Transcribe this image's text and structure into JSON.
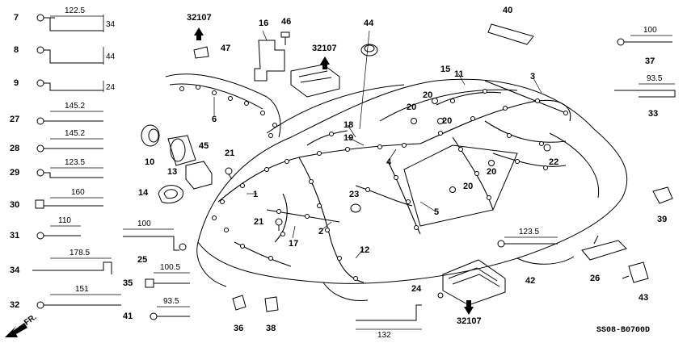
{
  "diagram_code": "SS08-B0700D",
  "front_marker": "FR.",
  "ref_32107": "32107",
  "callouts": {
    "c1": "1",
    "c2": "2",
    "c3": "3",
    "c4": "4",
    "c5": "5",
    "c6": "6",
    "c7": "7",
    "c8": "8",
    "c9": "9",
    "c10": "10",
    "c11": "11",
    "c12": "12",
    "c13": "13",
    "c14": "14",
    "c15": "15",
    "c16": "16",
    "c17": "17",
    "c18": "18",
    "c19": "19",
    "c20a": "20",
    "c20b": "20",
    "c20c": "20",
    "c20d": "20",
    "c20e": "20",
    "c21a": "21",
    "c21b": "21",
    "c22": "22",
    "c23": "23",
    "c24": "24",
    "c25": "25",
    "c26": "26",
    "c27": "27",
    "c28": "28",
    "c29": "29",
    "c30": "30",
    "c31": "31",
    "c32": "32",
    "c33": "33",
    "c34": "34",
    "c35": "35",
    "c36": "36",
    "c37": "37",
    "c38": "38",
    "c39": "39",
    "c40": "40",
    "c41": "41",
    "c42": "42",
    "c43": "43",
    "c44": "44",
    "c45": "45",
    "c46": "46",
    "c47": "47"
  },
  "dimensions": {
    "d7_len": "122.5",
    "d7_h": "34",
    "d8_h": "44",
    "d9_h": "24",
    "d27_len": "145.2",
    "d28_len": "145.2",
    "d29_len": "123.5",
    "d30_len": "160",
    "d31_len": "110",
    "d34_len": "178.5",
    "d32_len": "151",
    "d35_len": "100.5",
    "d41_len": "93.5",
    "d25_len": "100",
    "d24_len": "132",
    "d37_len": "100",
    "d33_len": "93.5",
    "d42_len": "123.5"
  }
}
